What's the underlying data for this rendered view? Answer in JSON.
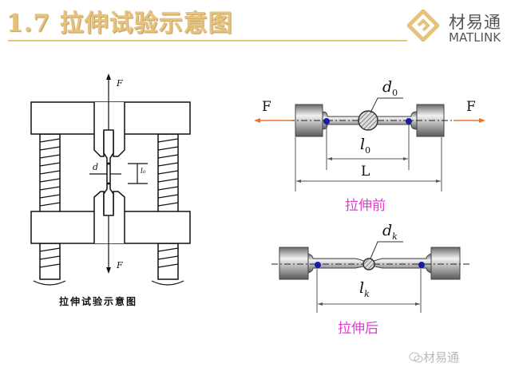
{
  "header": {
    "title": "1.7  拉伸试验示意图",
    "brand_cn": "材易通",
    "brand_en": "MATLINK"
  },
  "left_figure": {
    "caption": "拉伸试验示意图",
    "force_top": "F",
    "force_bottom": "F",
    "diameter_label": "d",
    "length_label": "l₀"
  },
  "right_figure": {
    "before": {
      "force_left": "F",
      "force_right": "F",
      "diameter_label": "d",
      "diameter_sub": "0",
      "gauge_label": "l",
      "gauge_sub": "0",
      "total_label": "L",
      "caption": "拉伸前"
    },
    "after": {
      "diameter_label": "d",
      "diameter_sub": "k",
      "gauge_label": "l",
      "gauge_sub": "k",
      "caption": "拉伸后"
    }
  },
  "watermark": {
    "text": "材易通"
  },
  "colors": {
    "title": "#e6c27a",
    "caption": "#e23ccd",
    "marker": "#1a1aa8",
    "force_arrow": "#e8742a"
  }
}
